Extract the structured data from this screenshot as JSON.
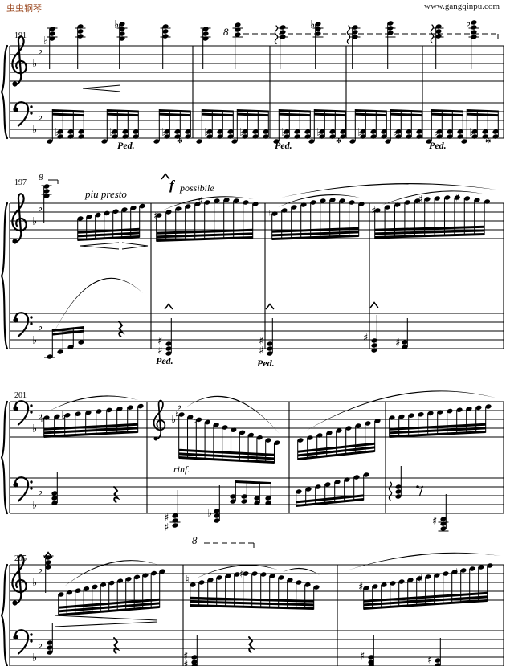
{
  "header": {
    "site_name": "虫虫钢琴",
    "site_url": "www.gangqinpu.com"
  },
  "score": {
    "systems": [
      {
        "measure": "191",
        "ottava": "8",
        "pedals": [
          {
            "down": "Ped.",
            "up": "*"
          },
          {
            "down": "Ped.",
            "up": "*"
          },
          {
            "down": "Ped.",
            "up": "*"
          }
        ]
      },
      {
        "measure": "197",
        "ottava": "8",
        "tempo": "piu presto",
        "dynamic_f": "f",
        "dynamic_text": "possibile",
        "pedals": [
          {
            "down": "Ped."
          },
          {
            "down": "Ped."
          }
        ]
      },
      {
        "measure": "201",
        "dynamic_text": "rinf."
      },
      {
        "measure": "205",
        "ottava": "8"
      }
    ]
  }
}
